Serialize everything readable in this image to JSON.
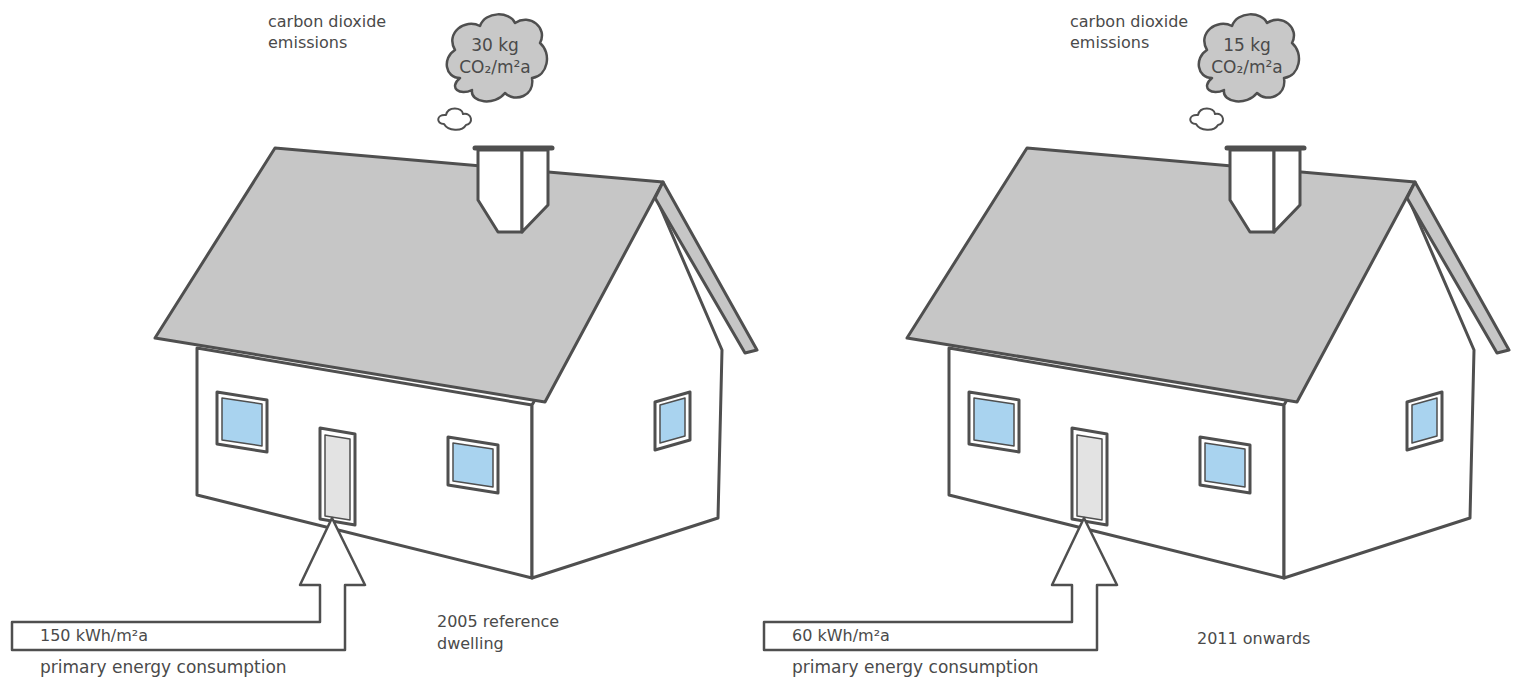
{
  "diagram": {
    "nodes": [
      {
        "text": [
          "carbon dioxide emissions",
          "30 kg CO₂/m²a"
        ]
      },
      {
        "text": [
          "150 kWh/m²a",
          "primary energy consumption"
        ]
      },
      {
        "text": [
          "carbon dioxide emissions",
          "15 kg CO₂/m²a"
        ]
      },
      {
        "text": [
          "60 kWh/m²a",
          "primary energy consumption"
        ]
      }
    ],
    "labels": [
      "2005 reference dwelling",
      "2011 onwards"
    ]
  }
}
